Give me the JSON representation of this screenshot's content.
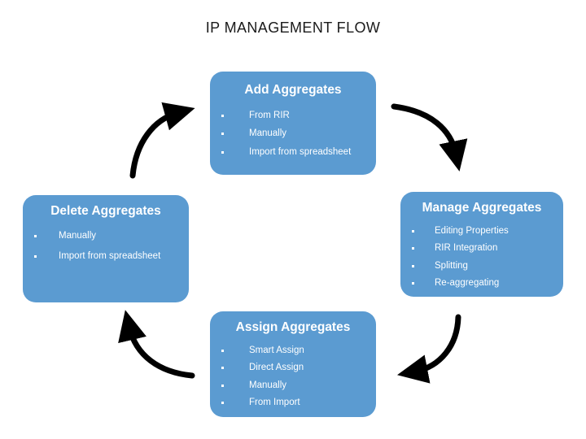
{
  "slide": {
    "title": "IP MANAGEMENT FLOW",
    "background_color": "#ffffff",
    "box_color": "#5b9bd1",
    "text_color": "#ffffff",
    "arrow_color": "#000000"
  },
  "boxes": [
    {
      "id": "add",
      "title": "Add Aggregates",
      "items": [
        "From RIR",
        "Manually",
        "Import from spreadsheet"
      ]
    },
    {
      "id": "manage",
      "title": "Manage Aggregates",
      "items": [
        "Editing Properties",
        "RIR Integration",
        "Splitting",
        "Re-aggregating"
      ]
    },
    {
      "id": "assign",
      "title": "Assign Aggregates",
      "items": [
        "Smart Assign",
        "Direct Assign",
        "Manually",
        "From Import"
      ]
    },
    {
      "id": "delete",
      "title": "Delete Aggregates",
      "items": [
        "Manually",
        "Import from spreadsheet"
      ]
    }
  ],
  "arrows": [
    {
      "id": "add-to-manage",
      "from": "add",
      "to": "manage",
      "direction": "down-right"
    },
    {
      "id": "manage-to-assign",
      "from": "manage",
      "to": "assign",
      "direction": "down-left"
    },
    {
      "id": "assign-to-delete",
      "from": "assign",
      "to": "delete",
      "direction": "up-left"
    },
    {
      "id": "delete-to-add",
      "from": "delete",
      "to": "add",
      "direction": "up-right"
    }
  ]
}
